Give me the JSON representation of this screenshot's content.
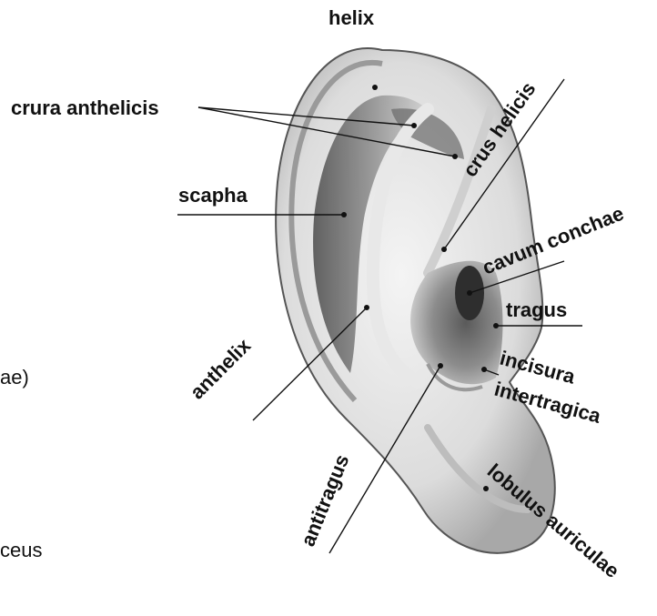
{
  "labels": {
    "helix": "helix",
    "crura_anthelicis": "crura anthelicis",
    "crus_helicis": "crus helicis",
    "scapha": "scapha",
    "cavum_conchae": "cavum conchae",
    "tragus": "tragus",
    "anthelix": "anthelix",
    "incisura_intertragica_line1": "incisura",
    "incisura_intertragica_line2": "intertragica",
    "antitragus": "antitragus",
    "lobulus_auriculae": "lobulus auriculae"
  },
  "cut_off_text": {
    "line1": "ae)",
    "line2": "ceus"
  }
}
